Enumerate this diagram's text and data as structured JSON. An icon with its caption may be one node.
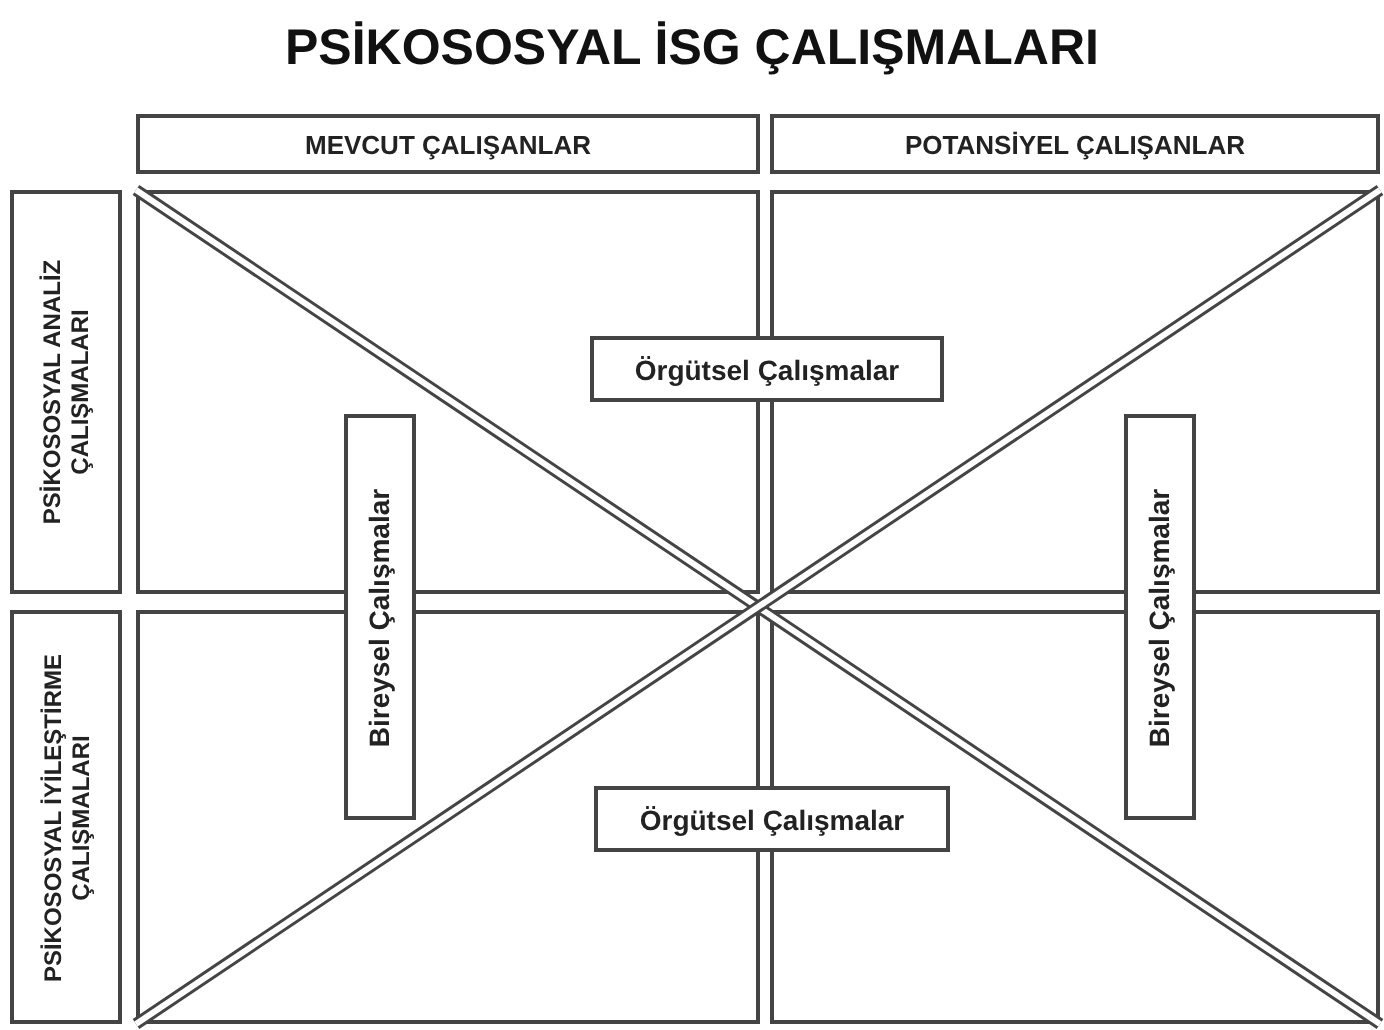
{
  "diagram": {
    "title": "PSİKOSOSYAL İSG ÇALIŞMALARI",
    "nodes": [
      {
        "text": [
          "MEVCUT ÇALIŞANLAR"
        ]
      },
      {
        "text": [
          "POTANSİYEL ÇALIŞANLAR"
        ]
      },
      {
        "text": [
          "PSİKOSOSYAL ANALİZ ÇALIŞMALARI"
        ]
      },
      {
        "text": [],
        "shape": "box"
      },
      {
        "text": [],
        "shape": "box"
      },
      {
        "text": [
          "Örgütsel Çalışmalar"
        ]
      },
      {
        "text": [
          "Bireysel Çalışmalar"
        ]
      },
      {
        "text": [
          "Bireysel Çalışmalar"
        ]
      },
      {
        "text": [
          "PSİKOSOSYAL İYİLEŞTİRME ÇALIŞMALARI"
        ]
      },
      {
        "text": [],
        "shape": "box"
      },
      {
        "text": [],
        "shape": "box"
      },
      {
        "text": [
          "Örgütsel Çalışmalar"
        ]
      }
    ],
    "edges": []
  }
}
